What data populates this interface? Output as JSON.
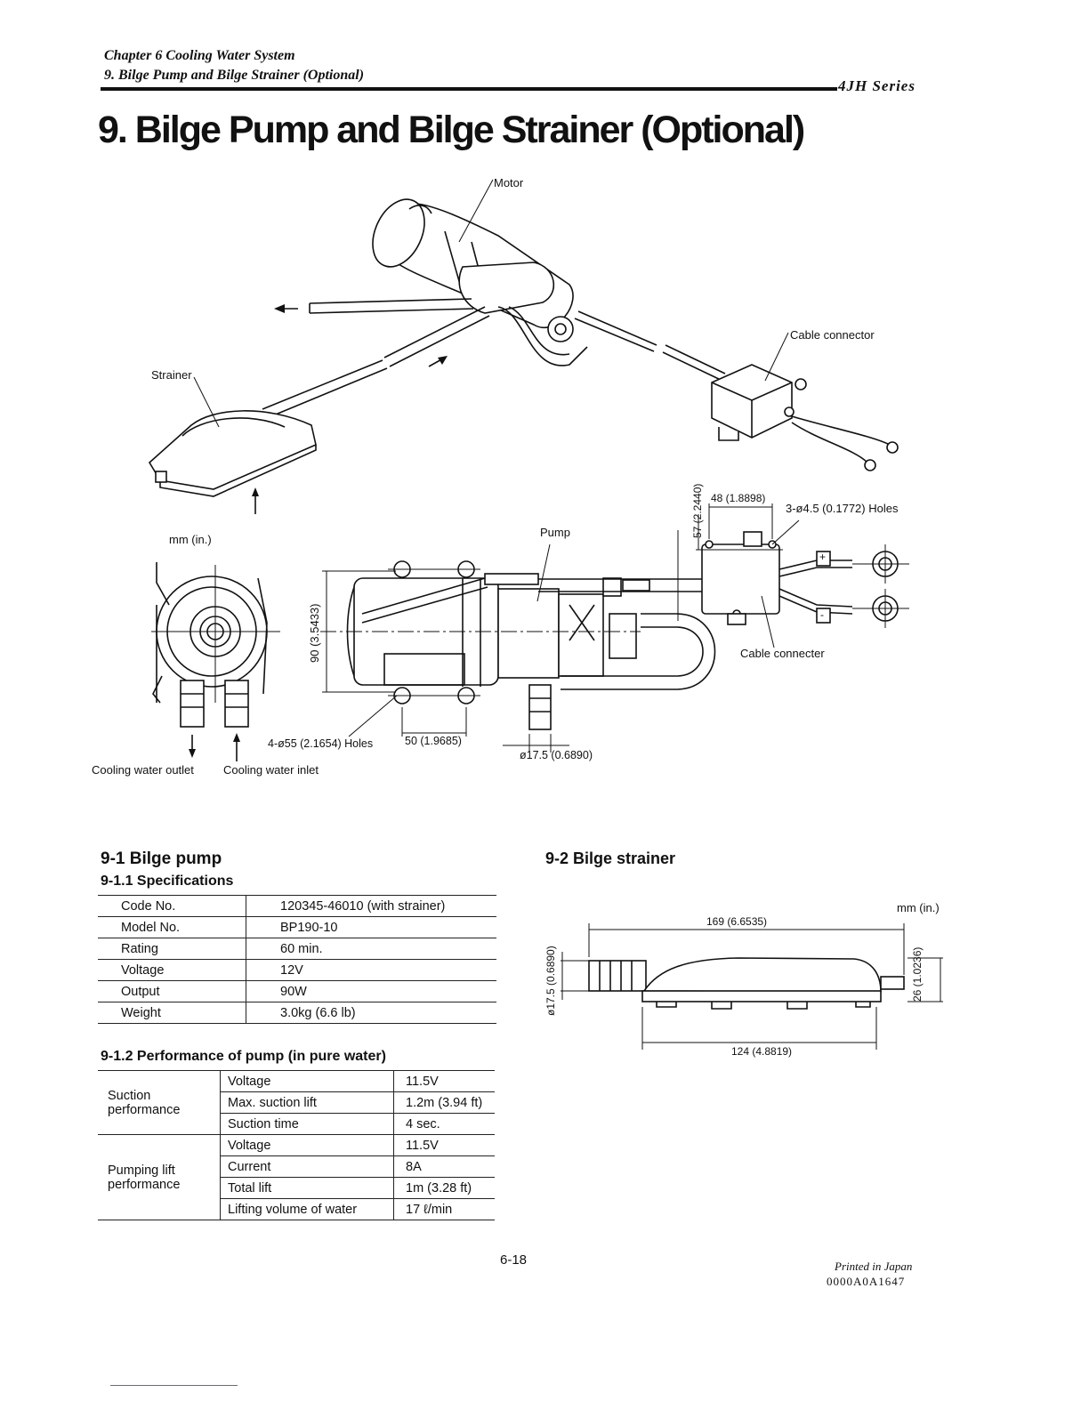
{
  "header": {
    "chapter": "Chapter 6 Cooling Water System",
    "section": "9. Bilge Pump and Bilge Strainer (Optional)",
    "series": "4JH Series"
  },
  "title": "9. Bilge Pump and Bilge Strainer (Optional)",
  "figure_top": {
    "labels": {
      "motor": "Motor",
      "cable_connector": "Cable connector",
      "strainer": "Strainer"
    }
  },
  "figure_pump": {
    "units": "mm (in.)",
    "labels": {
      "pump": "Pump",
      "cable_connecter": "Cable connecter",
      "cooling_water_outlet": "Cooling water outlet",
      "cooling_water_inlet": "Cooling water inlet"
    },
    "dims": {
      "d57": "57 (2.2440)",
      "d48": "48 (1.8898)",
      "holes3": "3-ø4.5 (0.1772) Holes",
      "d90": "90 (3.5433)",
      "holes4": "4-ø55 (2.1654) Holes",
      "d50": "50 (1.9685)",
      "d17_5": "ø17.5 (0.6890)"
    },
    "plus": "+",
    "minus": "-"
  },
  "section_9_1": {
    "heading": "9-1 Bilge pump",
    "sub1": "9-1.1 Specifications",
    "specs": [
      [
        "Code No.",
        "120345-46010 (with strainer)"
      ],
      [
        "Model No.",
        "BP190-10"
      ],
      [
        "Rating",
        "60 min."
      ],
      [
        "Voltage",
        "12V"
      ],
      [
        "Output",
        "90W"
      ],
      [
        "Weight",
        "3.0kg (6.6 lb)"
      ]
    ],
    "sub2": "9-1.2 Performance of pump (in pure water)",
    "suction": {
      "group": "Suction performance",
      "rows": [
        [
          "Voltage",
          "11.5V"
        ],
        [
          "Max. suction lift",
          "1.2m (3.94 ft)"
        ],
        [
          "Suction time",
          "4 sec."
        ]
      ]
    },
    "pumping": {
      "group": "Pumping lift performance",
      "rows": [
        [
          "Voltage",
          "11.5V"
        ],
        [
          "Current",
          "8A"
        ],
        [
          "Total lift",
          "1m (3.28 ft)"
        ],
        [
          "Lifting volume of water",
          "17 ℓ/min"
        ]
      ]
    }
  },
  "section_9_2": {
    "heading": "9-2 Bilge strainer",
    "units": "mm (in.)",
    "dims": {
      "length": "169 (6.6535)",
      "base": "124 (4.8819)",
      "dia": "ø17.5 (0.6890)",
      "height": "26 (1.0236)"
    }
  },
  "footer": {
    "page": "6-18",
    "printed": "Printed in Japan",
    "code": "0000A0A1647"
  }
}
